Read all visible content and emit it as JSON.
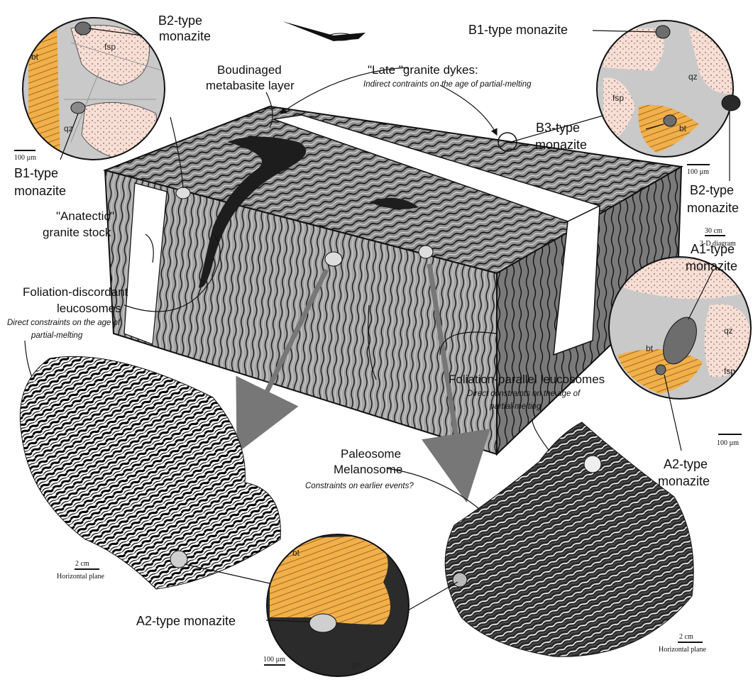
{
  "labels": {
    "b2_top_left": [
      "B2-type",
      "monazite"
    ],
    "b1_left": [
      "B1-type",
      "monazite"
    ],
    "boudinaged": [
      "Boudinaged",
      "metabasite layer"
    ],
    "late_dykes": "\"Late \"granite dykes:",
    "late_dykes_note": "Indirect contraints on the age of partial-melting",
    "b1_top_right": "B1-type monazite",
    "b3": [
      "B3-type",
      "monazite"
    ],
    "b2_right": [
      "B2-type",
      "monazite"
    ],
    "anatectic": [
      "\"Anatectic\"",
      "granite stock"
    ],
    "foliation_discordant": [
      "Foliation-discordant",
      "leucosomes"
    ],
    "foliation_discordant_note": [
      "Direct constraints on the age of",
      "partial-melting"
    ],
    "a1": [
      "A1-type",
      "monazite"
    ],
    "foliation_parallel": "Foliation-parallel leucosomes",
    "foliation_parallel_note": [
      "Direct constraints on the age of",
      "partial-melting"
    ],
    "paleosome": [
      "Paleosome",
      "Melanosome"
    ],
    "paleosome_note": "Constraints on earlier events?",
    "a2_right": [
      "A2-type",
      "monazite"
    ],
    "a2_bottom": "A2-type monazite"
  },
  "scales": {
    "um_top_left": "100 µm",
    "um_top_right": "100 µm",
    "um_right": "100 µm",
    "um_bottom": "100 µm",
    "block_scale": "30 cm",
    "block_caption": "3-D diagram",
    "cm_left": "2 cm",
    "cm_left_caption": "Horizontal plane",
    "cm_right": "2 cm",
    "cm_right_caption": "Horizontal plane"
  },
  "minerals": {
    "bt": "bt",
    "fsp": "fsp",
    "qz": "qz",
    "grt": "grt"
  },
  "colors": {
    "biotite": "#f2b04a",
    "feldspar": "#f8ded4",
    "quartz": "#c9c9c9",
    "block_top": "#8f8f8f",
    "block_front": "#a6a6a6",
    "block_side": "#7a7a7a",
    "melanosome": "#1d1d1d"
  }
}
